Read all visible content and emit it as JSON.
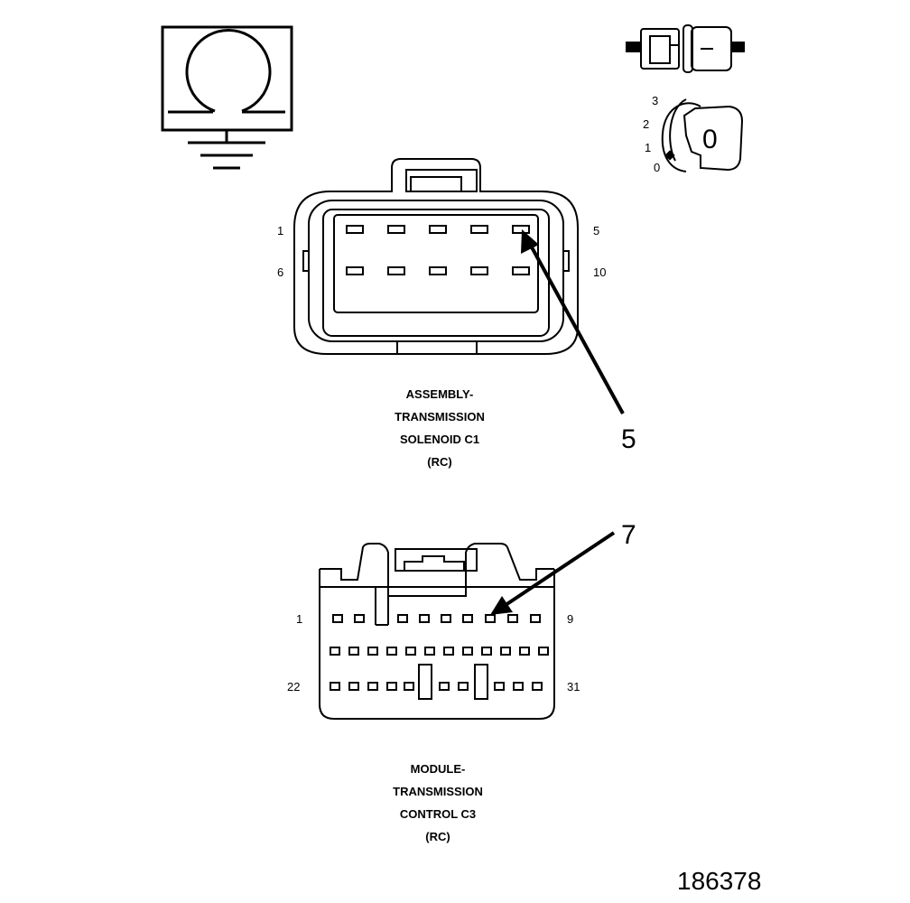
{
  "diagram": {
    "connector_c1": {
      "pin_labels": [
        "1",
        "5",
        "6",
        "10"
      ],
      "caption": [
        "ASSEMBLY-",
        "TRANSMISSION",
        "SOLENOID C1",
        "(RC)"
      ],
      "callout": "5"
    },
    "connector_c3": {
      "pin_labels": [
        "1",
        "9",
        "22",
        "31"
      ],
      "caption": [
        "MODULE-",
        "TRANSMISSION",
        "CONTROL C3",
        "(RC)"
      ],
      "callout": "7"
    },
    "ignition_switch": {
      "positions": [
        "3",
        "2",
        "1",
        "0"
      ],
      "key_label": "0"
    },
    "figure_number": "186378",
    "icons": [
      "ohmmeter-ground-icon",
      "connector-plug-icon",
      "ignition-key-icon"
    ]
  }
}
